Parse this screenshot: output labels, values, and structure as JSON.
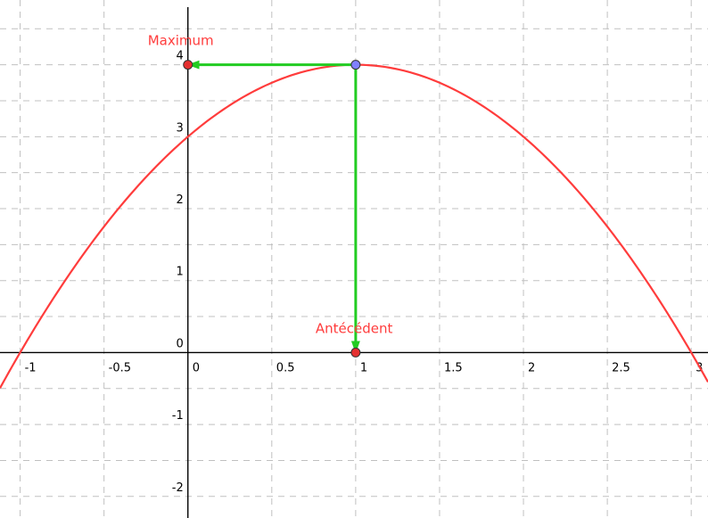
{
  "chart_data": {
    "type": "line",
    "title": "",
    "xlabel": "",
    "ylabel": "",
    "xlim": [
      -1.12,
      3.1
    ],
    "ylim": [
      -2.3,
      4.9
    ],
    "grid": true,
    "x_ticks": [
      {
        "value": -1,
        "label": "-1"
      },
      {
        "value": -0.5,
        "label": "-0.5"
      },
      {
        "value": 0,
        "label": "0"
      },
      {
        "value": 0.5,
        "label": "0.5"
      },
      {
        "value": 1,
        "label": "1"
      },
      {
        "value": 1.5,
        "label": "1.5"
      },
      {
        "value": 2,
        "label": "2"
      },
      {
        "value": 2.5,
        "label": "2.5"
      },
      {
        "value": 3,
        "label": "3"
      }
    ],
    "y_ticks": [
      {
        "value": -2,
        "label": "-2"
      },
      {
        "value": -1,
        "label": "-1"
      },
      {
        "value": 0,
        "label": "0"
      },
      {
        "value": 1,
        "label": "1"
      },
      {
        "value": 2,
        "label": "2"
      },
      {
        "value": 3,
        "label": "3"
      },
      {
        "value": 4,
        "label": "4"
      }
    ],
    "curve": {
      "expression": "-(x-1)^2+4",
      "color": "#ff3c3c",
      "x_range": [
        -1.12,
        3.1
      ],
      "points": [
        {
          "x": -1,
          "y": 0
        },
        {
          "x": 0,
          "y": 3
        },
        {
          "x": 1,
          "y": 4
        },
        {
          "x": 2,
          "y": 3
        },
        {
          "x": 3,
          "y": 0
        }
      ]
    },
    "arrows": [
      {
        "from": [
          1,
          4
        ],
        "to": [
          0,
          4
        ],
        "color": "#22cc22"
      },
      {
        "from": [
          1,
          4
        ],
        "to": [
          1,
          0
        ],
        "color": "#22cc22"
      }
    ],
    "points": [
      {
        "x": 1,
        "y": 4,
        "color": "#8080ff",
        "label": ""
      },
      {
        "x": 0,
        "y": 4,
        "color": "#e53030",
        "label": "Maximum"
      },
      {
        "x": 1,
        "y": 0,
        "color": "#e53030",
        "label": "Antécédent"
      }
    ],
    "colors": {
      "grid": "#c0c0c0",
      "axis": "#000000",
      "point_label": "#ff3c3c"
    }
  }
}
